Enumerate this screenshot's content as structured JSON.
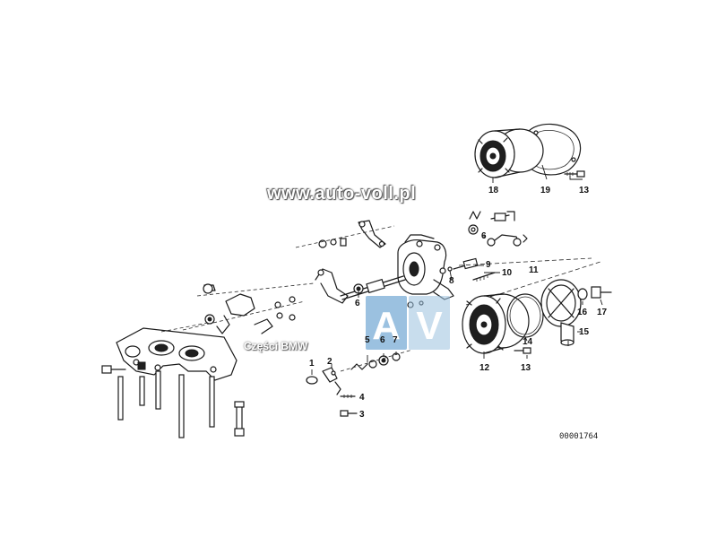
{
  "watermark": {
    "url": "www.auto-voll.pl",
    "subtitle": "Części BMW",
    "logo_letters": "AV",
    "logo_colors": [
      "#4a90c8",
      "#9cc2e0"
    ]
  },
  "diagram_ref": "00001764",
  "callouts": [
    {
      "id": "c1",
      "label": "1"
    },
    {
      "id": "c2",
      "label": "2"
    },
    {
      "id": "c3",
      "label": "3"
    },
    {
      "id": "c4",
      "label": "4"
    },
    {
      "id": "c5",
      "label": "5"
    },
    {
      "id": "c6a",
      "label": "6"
    },
    {
      "id": "c6b",
      "label": "6"
    },
    {
      "id": "c6c",
      "label": "6"
    },
    {
      "id": "c7",
      "label": "7"
    },
    {
      "id": "c8",
      "label": "8"
    },
    {
      "id": "c9",
      "label": "9"
    },
    {
      "id": "c10",
      "label": "10"
    },
    {
      "id": "c11",
      "label": "11"
    },
    {
      "id": "c12",
      "label": "12"
    },
    {
      "id": "c13a",
      "label": "13"
    },
    {
      "id": "c13b",
      "label": "13"
    },
    {
      "id": "c14",
      "label": "14"
    },
    {
      "id": "c15",
      "label": "15"
    },
    {
      "id": "c16",
      "label": "16"
    },
    {
      "id": "c17",
      "label": "17"
    },
    {
      "id": "c18",
      "label": "18"
    },
    {
      "id": "c19",
      "label": "19"
    }
  ]
}
